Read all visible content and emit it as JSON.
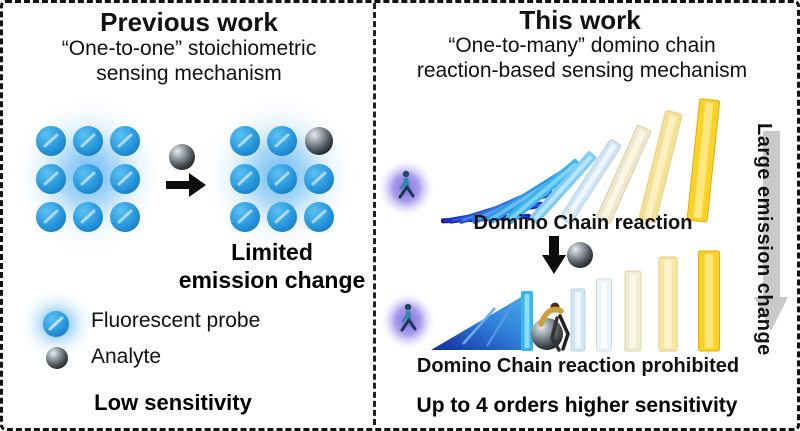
{
  "left_panel": {
    "title": "Previous work",
    "subtitle": "“One-to-one” stoichiometric\nsensing mechanism",
    "result": "Limited\nemission change",
    "legend": {
      "probe_label": "Fluorescent probe",
      "analyte_label": "Analyte"
    },
    "footer": "Low sensitivity"
  },
  "right_panel": {
    "title": "This work",
    "subtitle": "“One-to-many” domino chain\nreaction-based sensing mechanism",
    "caption_reaction": "Domino Chain reaction",
    "caption_prohibited": "Domino Chain reaction prohibited",
    "side_label": "Large emission change",
    "footer": "Up to 4 orders higher sensitivity"
  },
  "icons": {
    "probe": "blue-glowing-circle",
    "analyte": "gray-sphere",
    "flow_arrow": "black-right-arrow",
    "trigger_arrow": "black-down-arrow",
    "emission_arrow": "gray-down-arrow",
    "pusher": "walking-person-in-purple-glow",
    "blocker": "person-holding-sphere"
  },
  "colors": {
    "probe_blue": "#2aa3e8",
    "glow_blue": "#8ccaf4",
    "analyte_gray": "#4e575e",
    "purple_glow": "#8577dd",
    "domino_navy": "#101c96",
    "domino_cyan": "#3db4ec",
    "domino_gold": "#fad22a",
    "side_arrow_gray": "#c9c9c9",
    "text": "#111111"
  }
}
